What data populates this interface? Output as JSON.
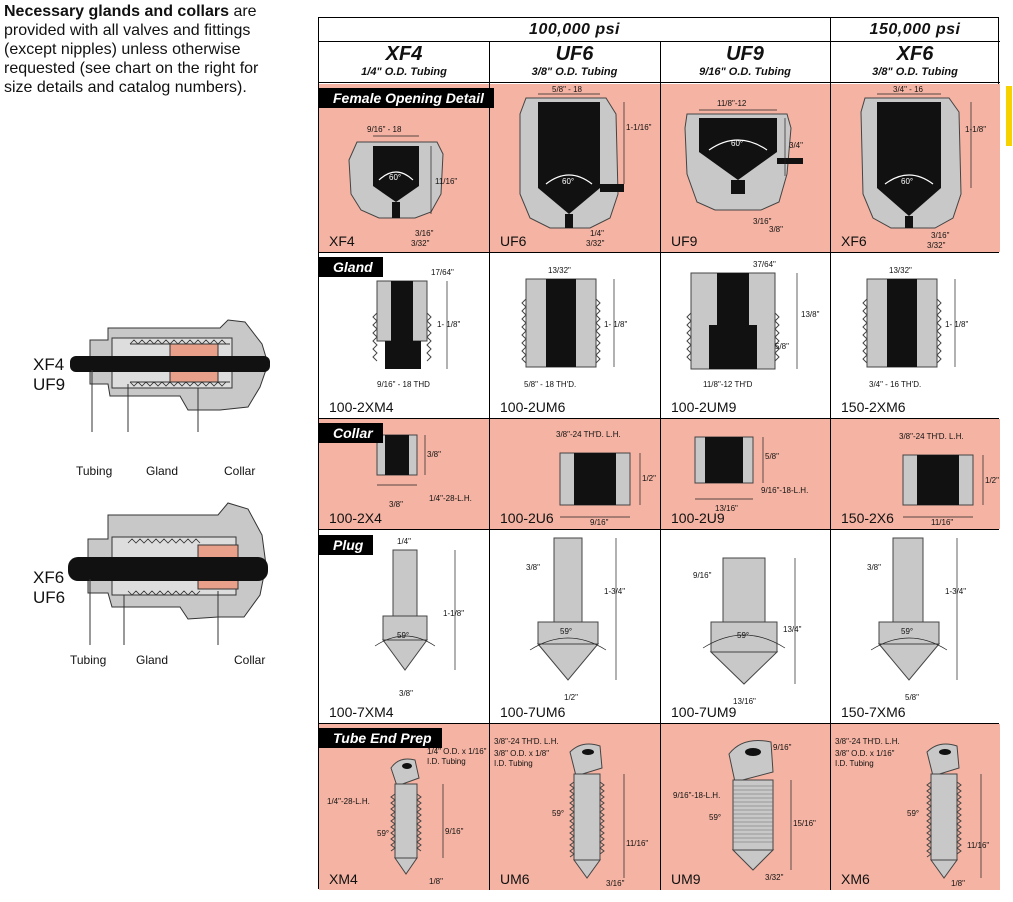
{
  "intro": {
    "lead": "Necessary glands and collars",
    "rest": " are provided with all valves and fittings (except nipples) unless otherwise requested (see chart on the right for size details and catalog numbers)."
  },
  "assemblies": [
    {
      "line1": "XF4",
      "line2": "UF9",
      "labels": [
        "Tubing",
        "Gland",
        "Collar"
      ]
    },
    {
      "line1": "XF6",
      "line2": "UF6",
      "labels": [
        "Tubing",
        "Gland",
        "Collar"
      ]
    }
  ],
  "table": {
    "pressures": [
      "100,000 psi",
      "150,000 psi"
    ],
    "columns": [
      {
        "model": "XF4",
        "frac": "1/4\"",
        "size": "O.D. Tubing"
      },
      {
        "model": "UF6",
        "frac": "3/8\"",
        "size": "O.D. Tubing"
      },
      {
        "model": "UF9",
        "frac": "9/16\"",
        "size": "O.D. Tubing"
      },
      {
        "model": "XF6",
        "frac": "3/8\"",
        "size": "O.D. Tubing"
      }
    ],
    "rows": [
      {
        "label": "Female Opening Detail",
        "codes": [
          "XF4",
          "UF6",
          "UF9",
          "XF6"
        ],
        "dims": [
          [
            "9/16\" - 18",
            "11/16\"",
            "60°",
            "3/16\"",
            "3/32\""
          ],
          [
            "5/8\" - 18",
            "1-1/16\"",
            "60°",
            "1/4\"",
            "3/32\""
          ],
          [
            "11/8\"-12",
            "3/4\"",
            "60°",
            "3/16\"",
            "3/8\""
          ],
          [
            "3/4\" - 16",
            "1-1/8\"",
            "60°",
            "3/16\"",
            "3/32\""
          ]
        ]
      },
      {
        "label": "Gland",
        "codes": [
          "100-2XM4",
          "100-2UM6",
          "100-2UM9",
          "150-2XM6"
        ],
        "dims": [
          [
            "17/64\"",
            "1- 1/8\"",
            "9/16\" - 18 THD"
          ],
          [
            "13/32\"",
            "1- 1/8\"",
            "5/8\" - 18 TH'D."
          ],
          [
            "37/64\"",
            "13/8\"",
            "5/8\"",
            "11/8\"-12 TH'D"
          ],
          [
            "13/32\"",
            "1- 1/8\"",
            "3/4\" - 16 TH'D."
          ]
        ]
      },
      {
        "label": "Collar",
        "codes": [
          "100-2X4",
          "100-2U6",
          "100-2U9",
          "150-2X6"
        ],
        "dims": [
          [
            "3/8\"",
            "3/8\"",
            "1/4\"-28-L.H."
          ],
          [
            "3/8\"-24 TH'D. L.H.",
            "1/2\"",
            "9/16\""
          ],
          [
            "5/8\"",
            "9/16\"-18-L.H.",
            "13/16\""
          ],
          [
            "3/8\"-24 TH'D. L.H.",
            "1/2\"",
            "11/16\""
          ]
        ]
      },
      {
        "label": "Plug",
        "codes": [
          "100-7XM4",
          "100-7UM6",
          "100-7UM9",
          "150-7XM6"
        ],
        "dims": [
          [
            "1/4\"",
            "1-1/8\"",
            "59°",
            "3/8\""
          ],
          [
            "3/8\"",
            "1-3/4\"",
            "59°",
            "1/2\""
          ],
          [
            "9/16\"",
            "13/4\"",
            "59°",
            "13/16\""
          ],
          [
            "3/8\"",
            "1-3/4\"",
            "59°",
            "5/8\""
          ]
        ]
      },
      {
        "label": "Tube End Prep",
        "codes": [
          "XM4",
          "UM6",
          "UM9",
          "XM6"
        ],
        "dims": [
          [
            "1/4\" O.D. x 1/16\"",
            "I.D. Tubing",
            "1/4\"-28-L.H.",
            "59°",
            "9/16\"",
            "1/8\""
          ],
          [
            "3/8\"-24 TH'D. L.H.",
            "3/8\" O.D. x 1/8\"",
            "I.D. Tubing",
            "59°",
            "11/16\"",
            "3/16\""
          ],
          [
            "9/16\"-18-L.H.",
            "9/16\"",
            "59°",
            "15/16\"",
            "3/32\""
          ],
          [
            "3/8\"-24 TH'D. L.H.",
            "3/8\" O.D. x 1/16\"",
            "I.D. Tubing",
            "59°",
            "11/16\"",
            "1/8\""
          ]
        ]
      }
    ]
  },
  "colors": {
    "pink": "#f5b4a3",
    "label_bg": "#000000",
    "accent": "#f6d200",
    "steel": "#c8c8c8",
    "collar": "#e8a08a"
  }
}
